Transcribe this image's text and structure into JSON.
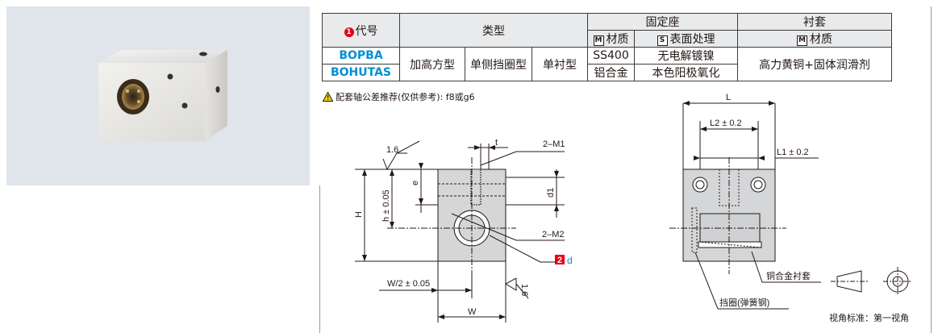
{
  "table": {
    "code_header": "代号",
    "code_badge": "1",
    "type_header": "类型",
    "mount_header": "固定座",
    "bushing_header": "衬套",
    "material_badge": "M",
    "surface_badge": "S",
    "mount_material": "材质",
    "mount_surface": "表面处理",
    "bushing_material": "材质",
    "codes": [
      "BOPBA",
      "BOHUTAS"
    ],
    "type_values": [
      "加高方型",
      "单侧挡圈型",
      "单衬型"
    ],
    "materials": [
      "SS400",
      "铝合金"
    ],
    "surfaces": [
      "无电解镀镍",
      "本色阳极氧化"
    ],
    "bushing_value": "高力黄铜+固体润滑剂"
  },
  "note": "配套轴公差推荐(仅供参考): f8或g6",
  "drawing": {
    "roughness_1": "1.6",
    "roughness_2": "1.6",
    "t": "t",
    "m1": "2–M1",
    "m2": "2–M2",
    "e": "e",
    "d1": "d1",
    "H": "H",
    "h": "h ± 0.05",
    "d_badge": "2",
    "d": "d",
    "w_half": "W/2 ± 0.05",
    "W": "W",
    "L": "L",
    "L2": "L2 ± 0.2",
    "L1": "L1 ± 0.2",
    "bushing_label": "铜合金衬套",
    "ring_label": "挡圈(弹簧钢)",
    "view_standard": "视角标准：第一视角"
  },
  "colors": {
    "accent_blue": "#0090d4",
    "badge_red": "#e60012",
    "photo_bg": "#dfe5ea"
  }
}
